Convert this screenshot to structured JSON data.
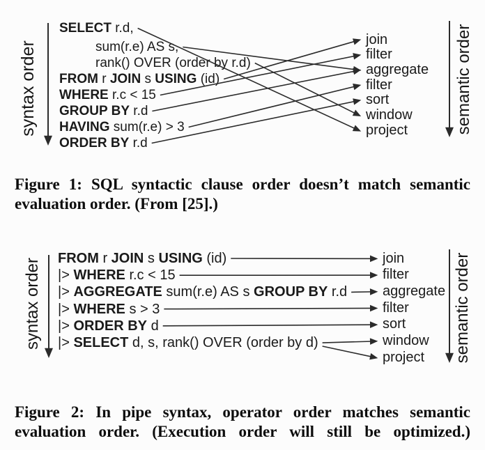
{
  "figure1": {
    "axis_left": "syntax order",
    "axis_right": "semantic order",
    "clauses": [
      {
        "indent": 0,
        "segments": [
          {
            "t": "SELECT",
            "b": 1
          },
          {
            "t": " r.d,",
            "b": 0
          }
        ]
      },
      {
        "indent": 1,
        "segments": [
          {
            "t": "sum(r.e) AS s,",
            "b": 0
          }
        ]
      },
      {
        "indent": 1,
        "segments": [
          {
            "t": "rank() OVER (order by r.d)",
            "b": 0
          }
        ]
      },
      {
        "indent": 0,
        "segments": [
          {
            "t": "FROM",
            "b": 1
          },
          {
            "t": " r ",
            "b": 0
          },
          {
            "t": "JOIN",
            "b": 1
          },
          {
            "t": " s ",
            "b": 0
          },
          {
            "t": "USING",
            "b": 1
          },
          {
            "t": " (id)",
            "b": 0
          }
        ]
      },
      {
        "indent": 0,
        "segments": [
          {
            "t": "WHERE",
            "b": 1
          },
          {
            "t": " r.c < 15",
            "b": 0
          }
        ]
      },
      {
        "indent": 0,
        "segments": [
          {
            "t": "GROUP BY",
            "b": 1
          },
          {
            "t": " r.d",
            "b": 0
          }
        ]
      },
      {
        "indent": 0,
        "segments": [
          {
            "t": "HAVING",
            "b": 1
          },
          {
            "t": " sum(r.e) > 3",
            "b": 0
          }
        ]
      },
      {
        "indent": 0,
        "segments": [
          {
            "t": "ORDER BY",
            "b": 1
          },
          {
            "t": " r.d",
            "b": 0
          }
        ]
      }
    ],
    "operators": [
      "join",
      "filter",
      "aggregate",
      "filter",
      "sort",
      "window",
      "project"
    ],
    "connections": [
      [
        0,
        6
      ],
      [
        1,
        2
      ],
      [
        2,
        5
      ],
      [
        3,
        0
      ],
      [
        4,
        1
      ],
      [
        5,
        2
      ],
      [
        6,
        3
      ],
      [
        7,
        4
      ]
    ],
    "caption": {
      "line1": "Figure 1: SQL syntactic clause order doesn’t match semantic",
      "line2": "evaluation order. (From [25].)"
    }
  },
  "figure2": {
    "axis_left": "syntax order",
    "axis_right": "semantic order",
    "clauses": [
      {
        "indent": 0,
        "segments": [
          {
            "t": "FROM",
            "b": 1
          },
          {
            "t": " r ",
            "b": 0
          },
          {
            "t": "JOIN",
            "b": 1
          },
          {
            "t": " s ",
            "b": 0
          },
          {
            "t": "USING",
            "b": 1
          },
          {
            "t": " (id)",
            "b": 0
          }
        ]
      },
      {
        "indent": 0,
        "segments": [
          {
            "t": "|> ",
            "b": 0
          },
          {
            "t": "WHERE",
            "b": 1
          },
          {
            "t": " r.c < 15",
            "b": 0
          }
        ]
      },
      {
        "indent": 0,
        "segments": [
          {
            "t": "|> ",
            "b": 0
          },
          {
            "t": "AGGREGATE",
            "b": 1
          },
          {
            "t": " sum(r.e) AS s ",
            "b": 0
          },
          {
            "t": "GROUP BY",
            "b": 1
          },
          {
            "t": " r.d",
            "b": 0
          }
        ]
      },
      {
        "indent": 0,
        "segments": [
          {
            "t": "|> ",
            "b": 0
          },
          {
            "t": "WHERE",
            "b": 1
          },
          {
            "t": " s > 3",
            "b": 0
          }
        ]
      },
      {
        "indent": 0,
        "segments": [
          {
            "t": "|> ",
            "b": 0
          },
          {
            "t": "ORDER BY",
            "b": 1
          },
          {
            "t": " d",
            "b": 0
          }
        ]
      },
      {
        "indent": 0,
        "segments": [
          {
            "t": "|> ",
            "b": 0
          },
          {
            "t": "SELECT",
            "b": 1
          },
          {
            "t": " d, s, rank() OVER (order by d)",
            "b": 0
          }
        ]
      }
    ],
    "operators": [
      "join",
      "filter",
      "aggregate",
      "filter",
      "sort",
      "window",
      "project"
    ],
    "connections": [
      [
        0,
        0
      ],
      [
        1,
        1
      ],
      [
        2,
        2
      ],
      [
        3,
        3
      ],
      [
        4,
        4
      ],
      [
        5,
        5
      ],
      [
        5,
        6
      ]
    ],
    "caption": {
      "line1": "Figure 2: In pipe syntax, operator order matches semantic",
      "line2": "evaluation order. (Execution order will still be optimized.)"
    }
  }
}
